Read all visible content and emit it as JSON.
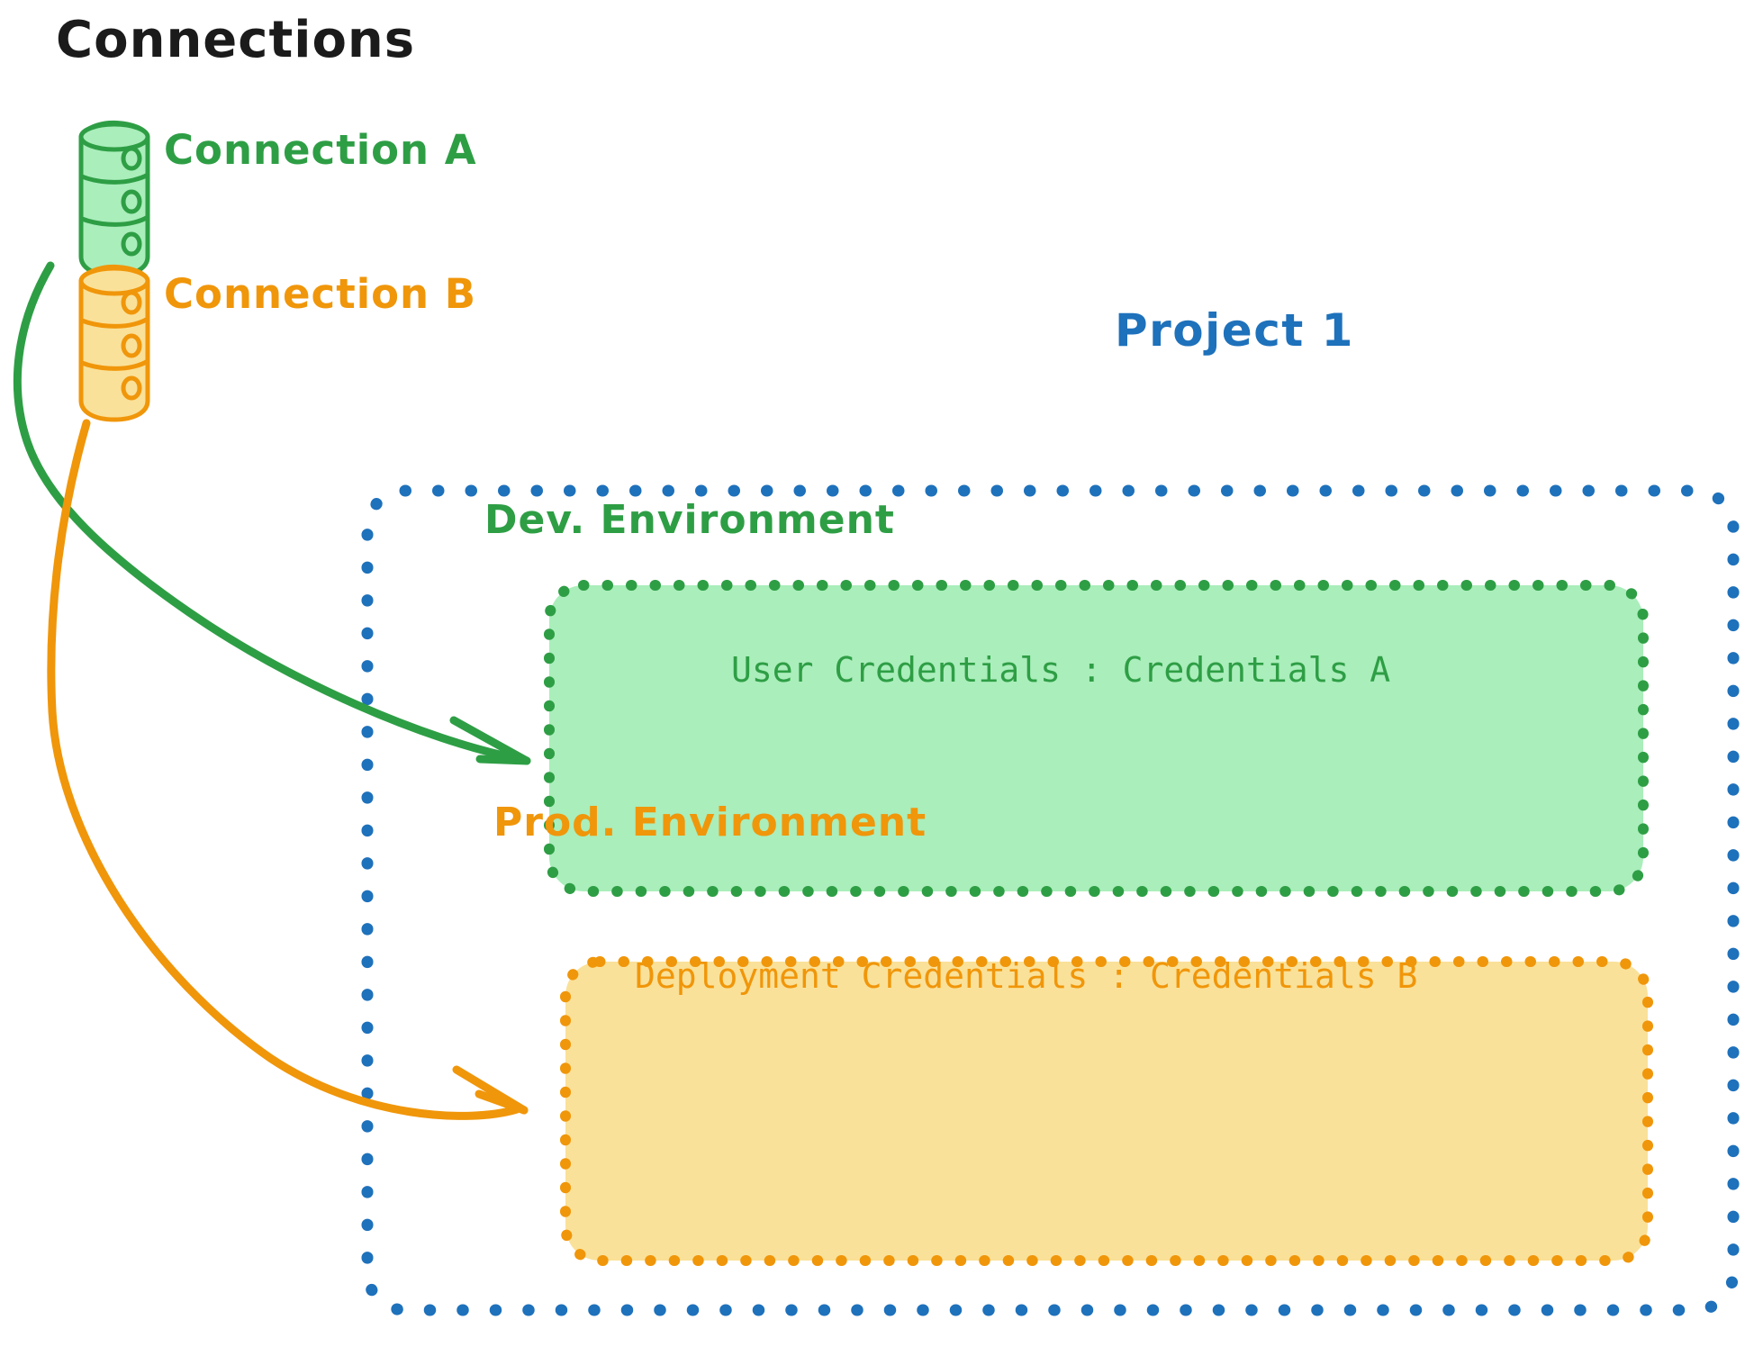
{
  "diagram": {
    "title": "Connections",
    "connections": [
      {
        "id": "connection-a",
        "label": "Connection A",
        "color": "#2E9E45",
        "fill": "#AAEEBB",
        "icon": "database-cylinder-icon"
      },
      {
        "id": "connection-b",
        "label": "Connection B",
        "color": "#F0960A",
        "fill": "#FAE199",
        "icon": "database-cylinder-icon"
      }
    ],
    "project": {
      "label": "Project 1",
      "color": "#1E71BB",
      "border_style": "dotted",
      "environments": [
        {
          "id": "dev-environment",
          "title": "Dev. Environment",
          "credential_line": "User Credentials : Credentials A",
          "stroke": "#2E9E45",
          "fill": "#AAEEBB",
          "source_connection": "Connection A"
        },
        {
          "id": "prod-environment",
          "title": "Prod. Environment",
          "credential_line": "Deployment Credentials : Credentials B",
          "stroke": "#F0960A",
          "fill": "#FAE199",
          "source_connection": "Connection B"
        }
      ]
    },
    "arrows": [
      {
        "id": "arrow-connection-a-to-dev",
        "from": "Connection A",
        "to": "Dev. Environment",
        "color": "#2E9E45"
      },
      {
        "id": "arrow-connection-b-to-prod",
        "from": "Connection B",
        "to": "Prod. Environment",
        "color": "#F0960A"
      }
    ],
    "colors": {
      "green_stroke": "#2E9E45",
      "green_fill": "#AAEEBB",
      "orange_stroke": "#F0960A",
      "orange_fill": "#FAE199",
      "blue_stroke": "#1E71BB",
      "title_black": "#1b1b1b",
      "background": "#ffffff"
    }
  }
}
